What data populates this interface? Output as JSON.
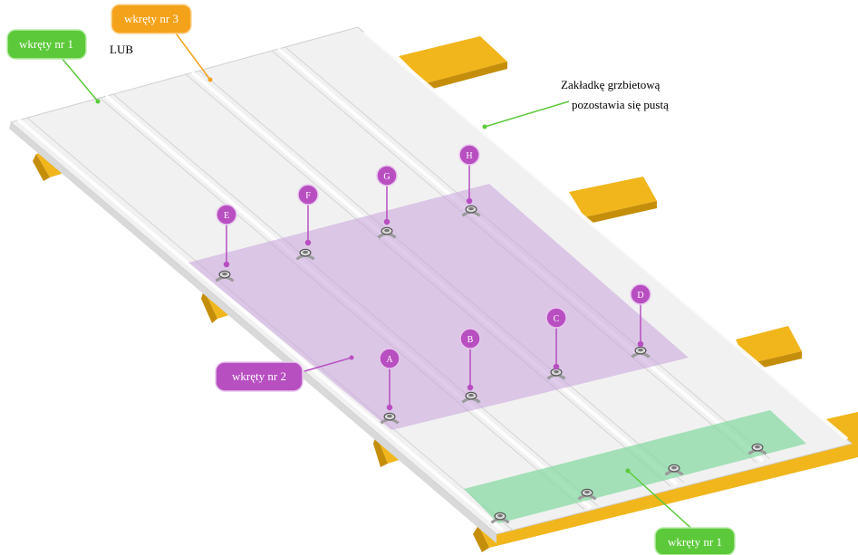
{
  "labels": {
    "screws_1_top": "wkręty nr 1",
    "screws_3": "wkręty nr 3",
    "or": "LUB",
    "ridge_line1": "Zakładkę grzbietową",
    "ridge_line2": "pozostawia się pustą",
    "screws_2": "wkręty nr 2",
    "screws_1_bottom": "wkręty nr 1"
  },
  "markers": [
    "A",
    "B",
    "C",
    "D",
    "E",
    "F",
    "G",
    "H"
  ],
  "colors": {
    "green": "#5cc93a",
    "orange": "#f5a21b",
    "purple": "#b84fc1",
    "purple_zone": "#c9a3dc",
    "green_zone": "#88d9a3",
    "purlin": "#f0b61c",
    "sheet": "#f0f0f0"
  },
  "icons": [
    "screw-icon"
  ]
}
